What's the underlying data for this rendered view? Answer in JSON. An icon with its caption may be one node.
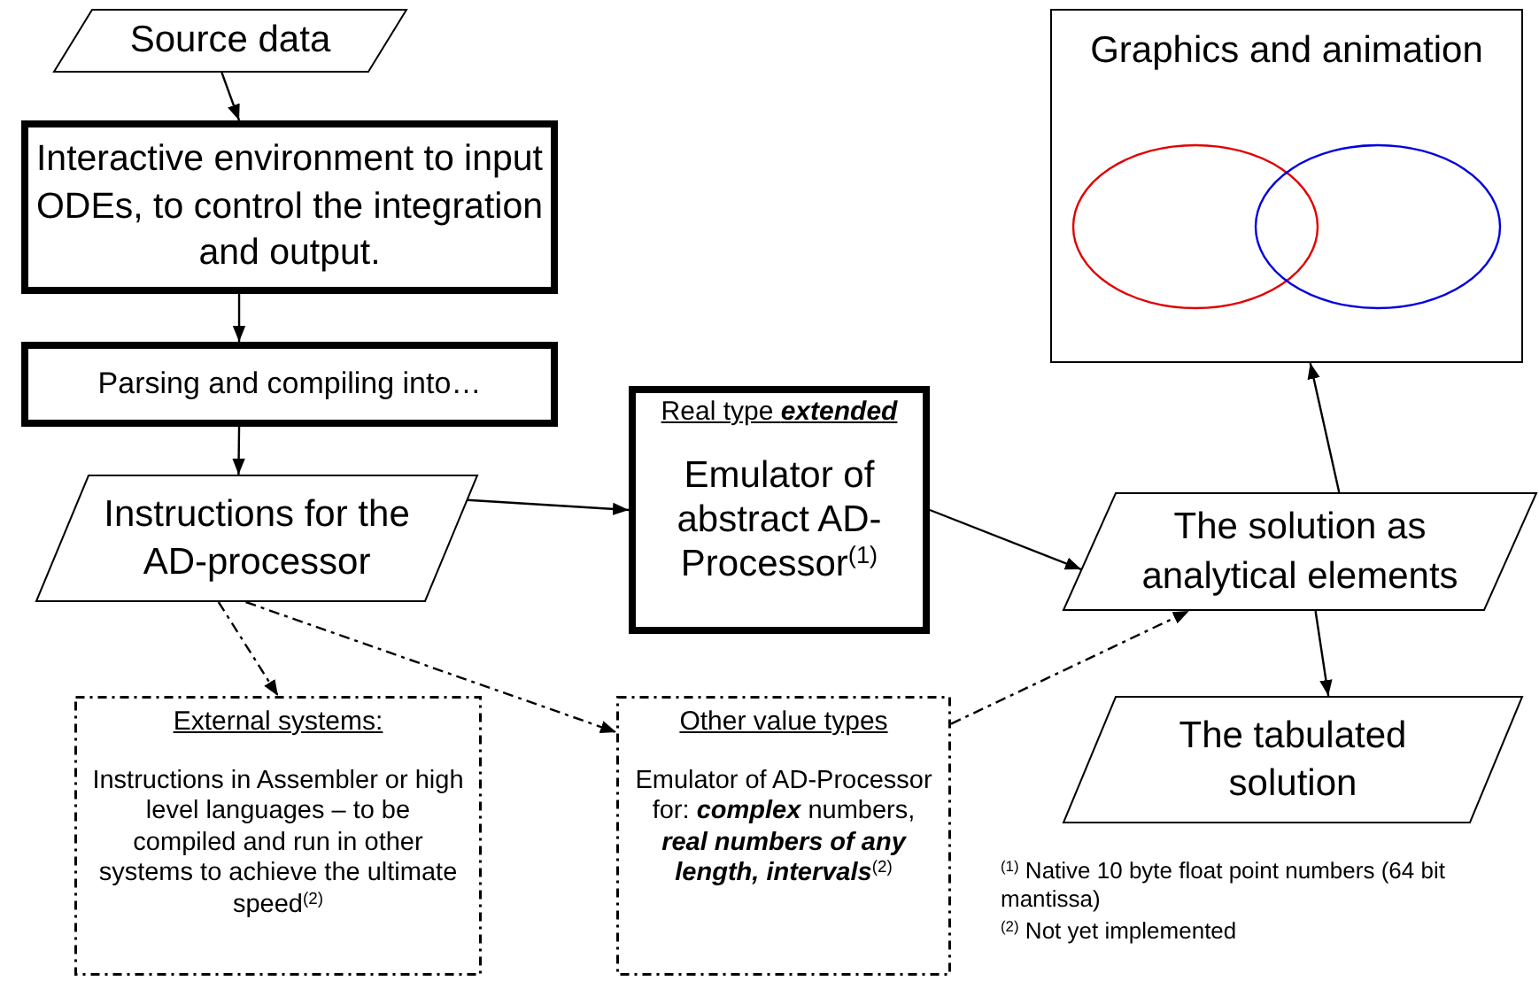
{
  "diagram": {
    "nodes": [
      {
        "text": [
          "Source data"
        ]
      },
      {
        "text": [
          "Interactive environment to input ODEs, to control the integration and output."
        ]
      },
      {
        "text": [
          "Parsing and compiling into…"
        ]
      },
      {
        "text": [
          "Instructions for the AD-processor"
        ]
      },
      {
        "text": [
          "Real type **extended**",
          "Emulator of abstract AD-Processor$^{(1)}$"
        ]
      },
      {
        "text": [
          "Graphics and animation"
        ]
      },
      {
        "text": [
          "The solution as analytical elements"
        ]
      },
      {
        "text": [
          "The tabulated solution"
        ]
      },
      {
        "text": [
          "External systems:",
          "Instructions in Assembler or high level languages – to be compiled and run in other systems to achieve the ultimate speed$^{(2)}$"
        ]
      },
      {
        "text": [
          "Other value types",
          "Emulator of AD-Processor for: **complex** numbers, **real numbers of any length, intervals**$^{(2)}$"
        ]
      }
    ],
    "edges": [
      {
        "from": 0,
        "to": 1,
        "arrow": "to"
      },
      {
        "from": 1,
        "to": 2,
        "arrow": "to"
      },
      {
        "from": 2,
        "to": 3,
        "arrow": "to"
      },
      {
        "from": 3,
        "to": 4,
        "arrow": "to"
      },
      {
        "from": 4,
        "to": 6,
        "arrow": "to"
      },
      {
        "from": 6,
        "to": 5,
        "arrow": "to"
      },
      {
        "from": 6,
        "to": 7,
        "arrow": "to"
      },
      {
        "from": 3,
        "to": 8,
        "arrow": "to",
        "style": "dashed"
      },
      {
        "from": 3,
        "to": 9,
        "arrow": "to",
        "style": "dashed"
      },
      {
        "from": 9,
        "to": 6,
        "arrow": "to",
        "style": "dashed"
      }
    ],
    "labels": [
      "$^{(1)}$ Native 10 byte float point numbers (64 bit mantissa)",
      "$^{(2)}$ Not yet implemented"
    ]
  }
}
